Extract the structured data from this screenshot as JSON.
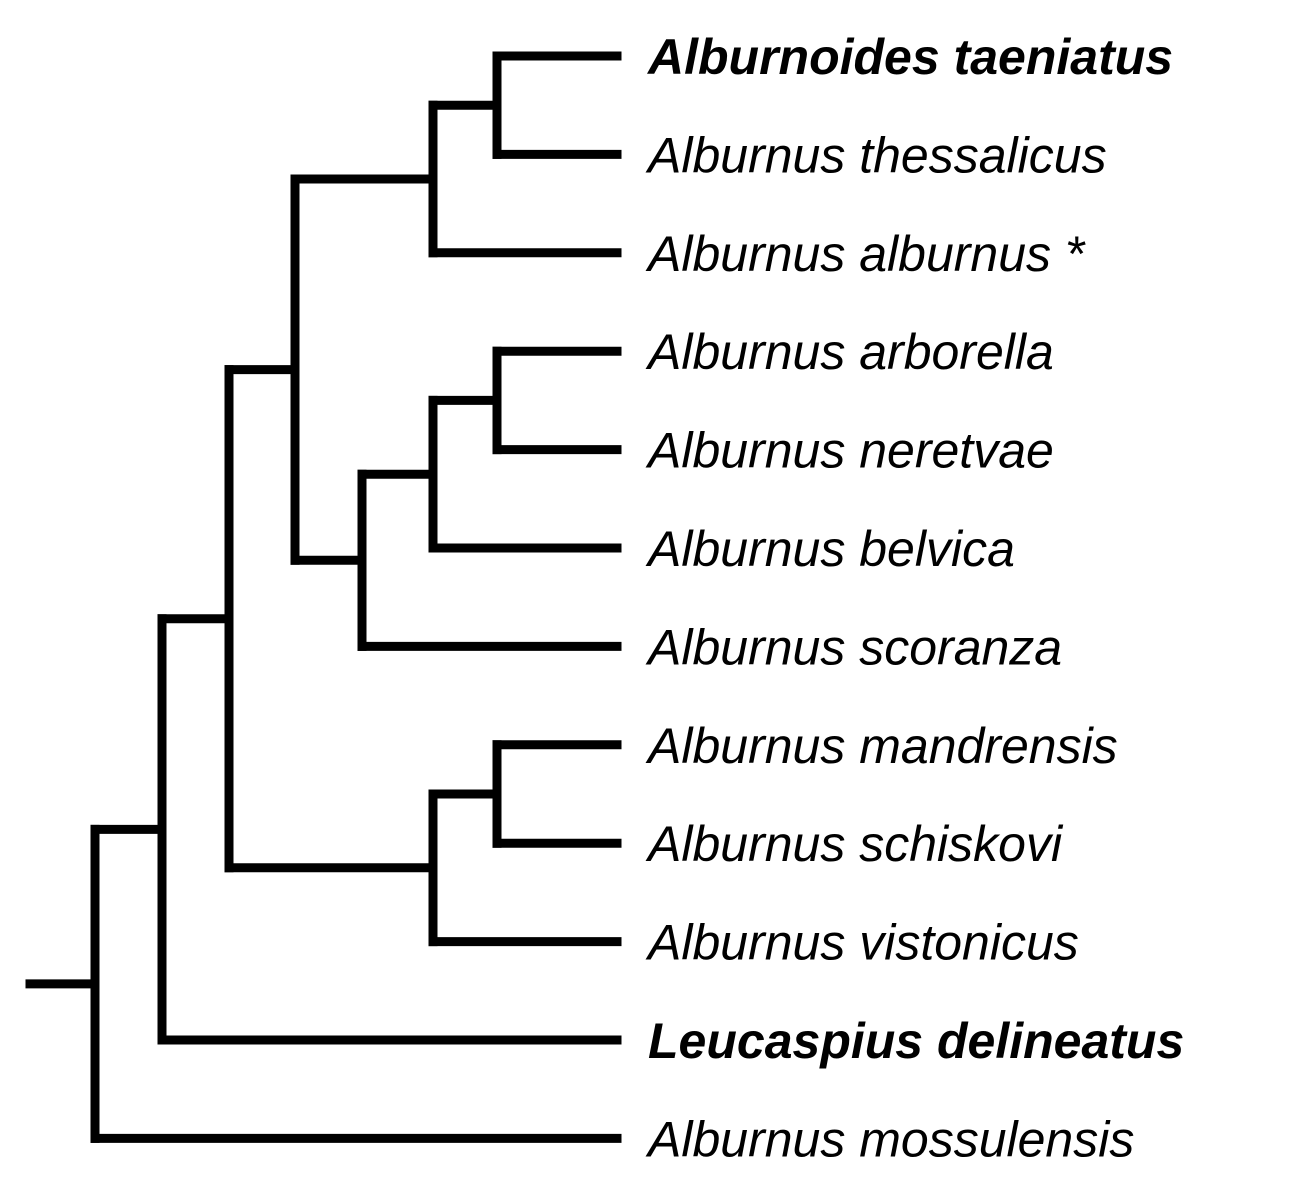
{
  "tree": {
    "line_color": "#000000",
    "leaves": [
      {
        "id": "t1",
        "label": "Alburnoides taeniatus",
        "color": "#e8392e",
        "bold": true
      },
      {
        "id": "t2",
        "label": "Alburnus thessalicus",
        "color": "#000000",
        "bold": false
      },
      {
        "id": "t3",
        "label": "Alburnus alburnus *",
        "color": "#000000",
        "bold": false
      },
      {
        "id": "t4",
        "label": "Alburnus arborella",
        "color": "#000000",
        "bold": false
      },
      {
        "id": "t5",
        "label": "Alburnus neretvae",
        "color": "#000000",
        "bold": false
      },
      {
        "id": "t6",
        "label": "Alburnus belvica",
        "color": "#000000",
        "bold": false
      },
      {
        "id": "t7",
        "label": "Alburnus scoranza",
        "color": "#000000",
        "bold": false
      },
      {
        "id": "t8",
        "label": "Alburnus mandrensis",
        "color": "#000000",
        "bold": false
      },
      {
        "id": "t9",
        "label": "Alburnus schiskovi",
        "color": "#000000",
        "bold": false
      },
      {
        "id": "t10",
        "label": "Alburnus vistonicus",
        "color": "#000000",
        "bold": false
      },
      {
        "id": "t11",
        "label": "Leucaspius delineatus",
        "color": "#6aa84f",
        "bold": true
      },
      {
        "id": "t12",
        "label": "Alburnus mossulensis",
        "color": "#000000",
        "bold": false
      }
    ],
    "topology": [
      [
        [
          [
            [
              [
                "t1",
                "t2"
              ],
              "t3"
            ],
            [
              [
                [
                  "t4",
                  "t5"
                ],
                "t6"
              ],
              "t7"
            ]
          ],
          [
            [
              "t8",
              "t9"
            ],
            "t10"
          ]
        ],
        "t11"
      ],
      "t12"
    ]
  }
}
